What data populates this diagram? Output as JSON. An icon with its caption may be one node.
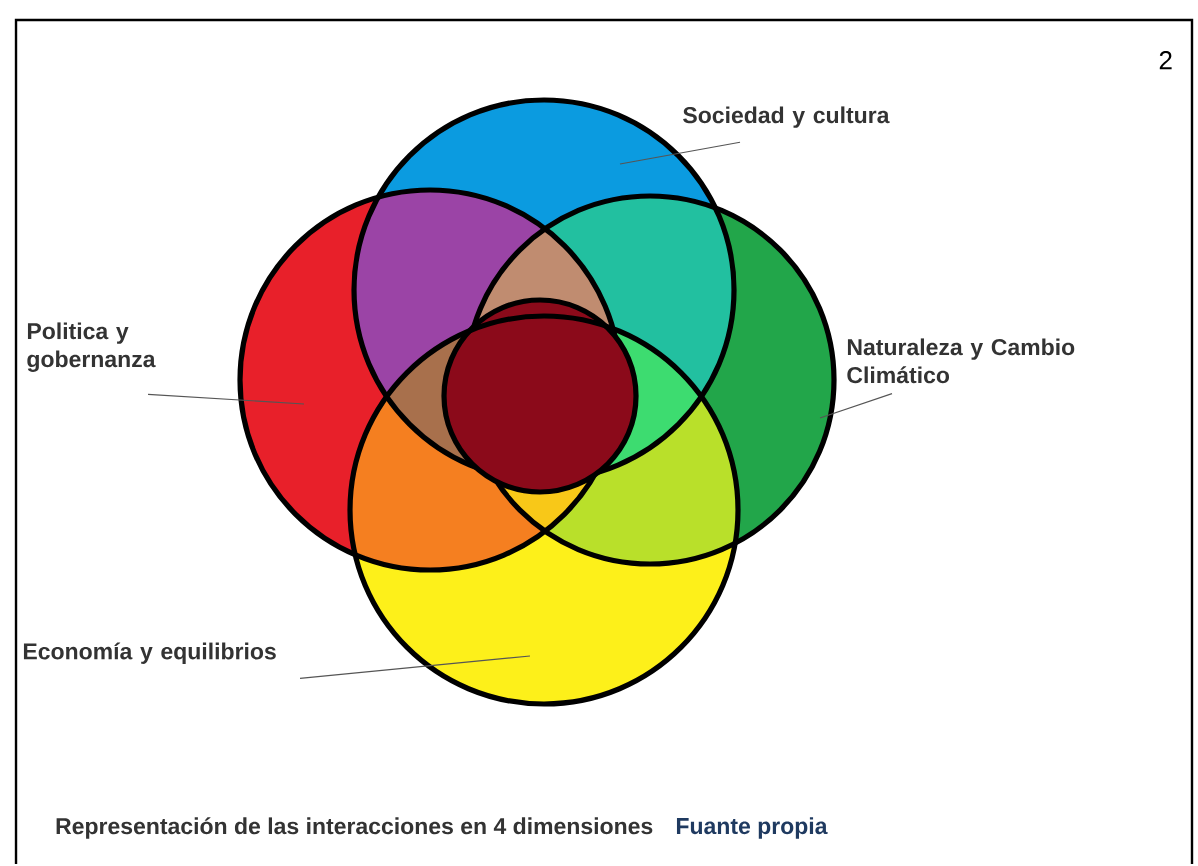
{
  "diagram": {
    "caption": "Representación de las interacciones en 4 dimensiones",
    "nodes": [
      {
        "text": [
          "Sociedad y cultura"
        ]
      },
      {
        "text": [],
        "shape": "circle"
      },
      {
        "text": [
          "Politica y gobernanza"
        ]
      },
      {
        "text": [],
        "shape": "circle"
      },
      {
        "text": [
          "Naturaleza y Cambio Climático"
        ]
      },
      {
        "text": [],
        "shape": "circle"
      },
      {
        "text": [],
        "shape": "circle"
      },
      {
        "text": [
          "Economía y equilibrios"
        ]
      },
      {
        "text": [],
        "shape": "circle"
      }
    ],
    "edges": [
      {
        "from": 0,
        "to": 1,
        "arrow": "none"
      },
      {
        "from": 2,
        "to": 3,
        "arrow": "none"
      },
      {
        "from": 4,
        "to": 5,
        "arrow": "none"
      },
      {
        "from": 7,
        "to": 8,
        "arrow": "none"
      }
    ],
    "labels": [
      "2",
      "Fuante propia"
    ]
  }
}
